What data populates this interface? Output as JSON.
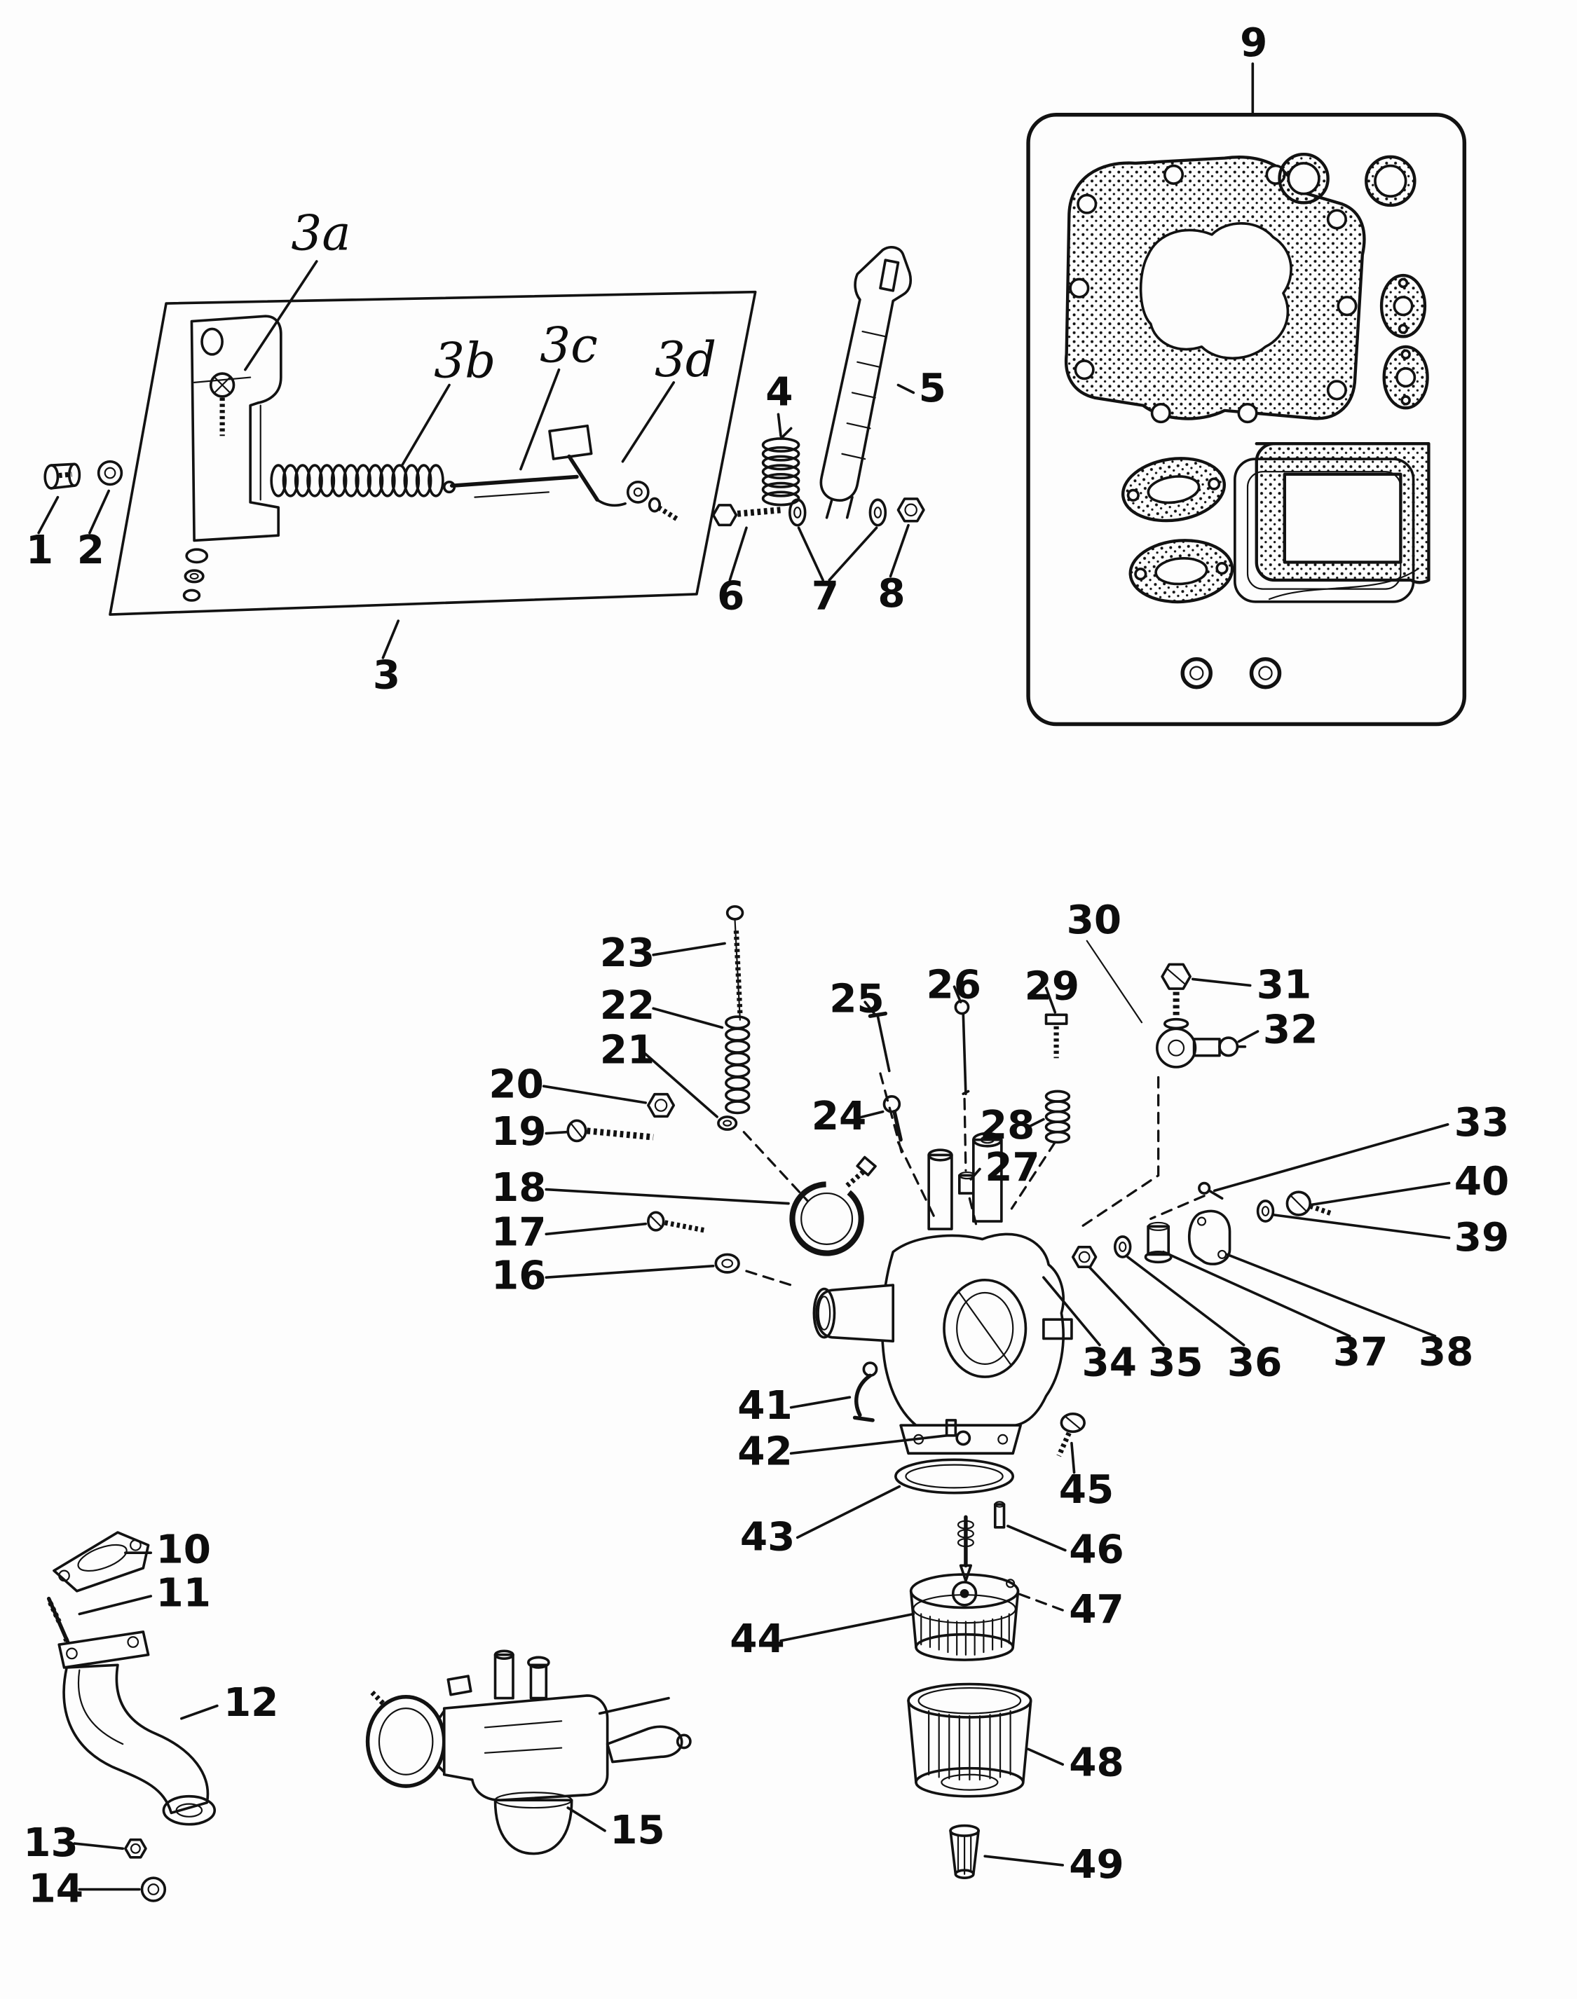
{
  "page": {
    "paper_color": "#fdfdfd",
    "ink_color": "#121212"
  },
  "figure": {
    "type": "exploded-parts-diagram",
    "subject": "carburetor and intake assembly line drawing"
  },
  "labels": {
    "p1": {
      "text": "1"
    },
    "p2": {
      "text": "2"
    },
    "p3": {
      "text": "3"
    },
    "p3a": {
      "text": "3a"
    },
    "p3b": {
      "text": "3b"
    },
    "p3c": {
      "text": "3c"
    },
    "p3d": {
      "text": "3d"
    },
    "p4": {
      "text": "4"
    },
    "p5": {
      "text": "5"
    },
    "p6": {
      "text": "6"
    },
    "p7": {
      "text": "7"
    },
    "p8": {
      "text": "8"
    },
    "p9": {
      "text": "9"
    },
    "p10": {
      "text": "10"
    },
    "p11": {
      "text": "11"
    },
    "p12": {
      "text": "12"
    },
    "p13": {
      "text": "13"
    },
    "p14": {
      "text": "14"
    },
    "p15": {
      "text": "15"
    },
    "p16": {
      "text": "16"
    },
    "p17": {
      "text": "17"
    },
    "p18": {
      "text": "18"
    },
    "p19": {
      "text": "19"
    },
    "p20": {
      "text": "20"
    },
    "p21": {
      "text": "21"
    },
    "p22": {
      "text": "22"
    },
    "p23": {
      "text": "23"
    },
    "p24": {
      "text": "24"
    },
    "p25": {
      "text": "25"
    },
    "p26": {
      "text": "26"
    },
    "p27": {
      "text": "27"
    },
    "p28": {
      "text": "28"
    },
    "p29": {
      "text": "29"
    },
    "p30": {
      "text": "30"
    },
    "p31": {
      "text": "31"
    },
    "p32": {
      "text": "32"
    },
    "p33": {
      "text": "33"
    },
    "p34": {
      "text": "34"
    },
    "p35": {
      "text": "35"
    },
    "p36": {
      "text": "36"
    },
    "p37": {
      "text": "37"
    },
    "p38": {
      "text": "38"
    },
    "p39": {
      "text": "39"
    },
    "p40": {
      "text": "40"
    },
    "p41": {
      "text": "41"
    },
    "p42": {
      "text": "42"
    },
    "p43": {
      "text": "43"
    },
    "p44": {
      "text": "44"
    },
    "p45": {
      "text": "45"
    },
    "p46": {
      "text": "46"
    },
    "p47": {
      "text": "47"
    },
    "p48": {
      "text": "48"
    },
    "p49": {
      "text": "49"
    }
  }
}
